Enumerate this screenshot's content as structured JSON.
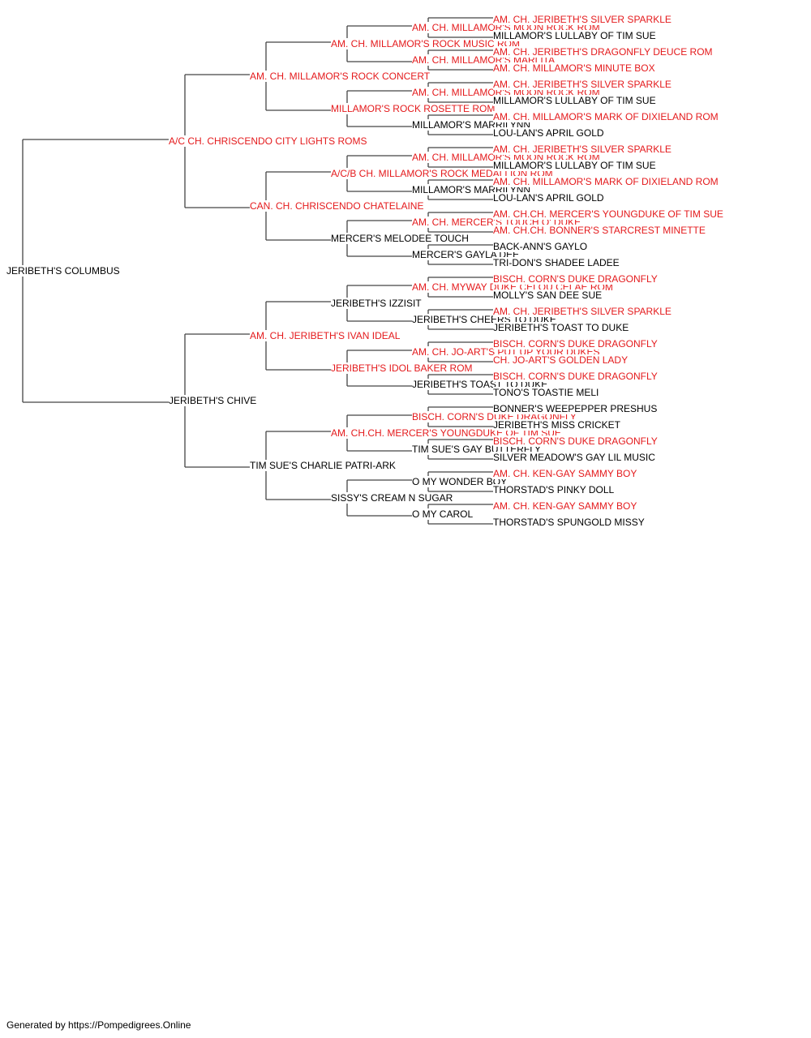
{
  "colors": {
    "titled": "#e41a1c",
    "plain": "#000000",
    "line": "#444444"
  },
  "footer": "Generated by https://Pompedigrees.Online",
  "pedigree": [
    {
      "name": "JERIBETH'S COLUMBUS",
      "titled": false
    },
    {
      "name": "A/C CH. CHRISCENDO CITY LIGHTS ROMS",
      "titled": true
    },
    {
      "name": "JERIBETH'S CHIVE",
      "titled": false
    },
    {
      "name": "AM. CH. MILLAMOR'S ROCK CONCERT",
      "titled": true
    },
    {
      "name": "CAN. CH. CHRISCENDO CHATELAINE",
      "titled": true
    },
    {
      "name": "AM. CH. JERIBETH'S IVAN IDEAL",
      "titled": true
    },
    {
      "name": "TIM SUE'S CHARLIE PATRI-ARK",
      "titled": false
    },
    {
      "name": "AM. CH. MILLAMOR'S ROCK MUSIC ROM",
      "titled": true
    },
    {
      "name": "MILLAMOR'S ROCK ROSETTE ROM",
      "titled": true
    },
    {
      "name": "A/C/B CH. MILLAMOR'S ROCK MEDALLION ROM",
      "titled": true
    },
    {
      "name": "MERCER'S MELODEE TOUCH",
      "titled": false
    },
    {
      "name": "JERIBETH'S IZZISIT",
      "titled": false
    },
    {
      "name": "JERIBETH'S IDOL BAKER ROM",
      "titled": true
    },
    {
      "name": "AM. CH.CH. MERCER'S YOUNGDUKE OF TIM SUE",
      "titled": true
    },
    {
      "name": "SISSY'S CREAM N SUGAR",
      "titled": false
    },
    {
      "name": "AM. CH. MILLAMOR'S MOON ROCK ROM",
      "titled": true
    },
    {
      "name": "AM. CH. MILLAMOR'S MARLITA",
      "titled": true
    },
    {
      "name": "AM. CH. MILLAMOR'S MOON ROCK ROM",
      "titled": true
    },
    {
      "name": "MILLAMOR'S MARRILYNN",
      "titled": false
    },
    {
      "name": "AM. CH. MILLAMOR'S MOON ROCK ROM",
      "titled": true
    },
    {
      "name": "MILLAMOR'S MARRILYNN",
      "titled": false
    },
    {
      "name": "AM. CH. MERCER'S TOUCH O' DUKE",
      "titled": true
    },
    {
      "name": "MERCER'S GAYLA DEE",
      "titled": false
    },
    {
      "name": "AM. CH. MYWAY DUKE CELOU CELAE ROM",
      "titled": true
    },
    {
      "name": "JERIBETH'S CHEERS TO DUKE",
      "titled": false
    },
    {
      "name": "AM. CH. JO-ART'S PUT UP YOUR DUKES",
      "titled": true
    },
    {
      "name": "JERIBETH'S TOAST TO DUKE",
      "titled": false
    },
    {
      "name": "BISCH. CORN'S DUKE DRAGONFLY",
      "titled": true
    },
    {
      "name": "TIM SUE'S GAY BUTTERFLY",
      "titled": false
    },
    {
      "name": "O MY WONDER BOY",
      "titled": false
    },
    {
      "name": "O MY CAROL",
      "titled": false
    },
    {
      "name": "AM. CH. JERIBETH'S SILVER SPARKLE",
      "titled": true
    },
    {
      "name": "MILLAMOR'S LULLABY OF TIM SUE",
      "titled": false
    },
    {
      "name": "AM. CH. JERIBETH'S DRAGONFLY DEUCE ROM",
      "titled": true
    },
    {
      "name": "AM. CH. MILLAMOR'S MINUTE BOX",
      "titled": true
    },
    {
      "name": "AM. CH. JERIBETH'S SILVER SPARKLE",
      "titled": true
    },
    {
      "name": "MILLAMOR'S LULLABY OF TIM SUE",
      "titled": false
    },
    {
      "name": "AM. CH. MILLAMOR'S MARK OF DIXIELAND ROM",
      "titled": true
    },
    {
      "name": "LOU-LAN'S APRIL GOLD",
      "titled": false
    },
    {
      "name": "AM. CH. JERIBETH'S SILVER SPARKLE",
      "titled": true
    },
    {
      "name": "MILLAMOR'S LULLABY OF TIM SUE",
      "titled": false
    },
    {
      "name": "AM. CH. MILLAMOR'S MARK OF DIXIELAND ROM",
      "titled": true
    },
    {
      "name": "LOU-LAN'S APRIL GOLD",
      "titled": false
    },
    {
      "name": "AM. CH.CH. MERCER'S YOUNGDUKE OF TIM SUE",
      "titled": true
    },
    {
      "name": "AM. CH.CH. BONNER'S STARCREST MINETTE",
      "titled": true
    },
    {
      "name": "BACK-ANN'S GAYLO",
      "titled": false
    },
    {
      "name": "TRI-DON'S SHADEE LADEE",
      "titled": false
    },
    {
      "name": "BISCH. CORN'S DUKE DRAGONFLY",
      "titled": true
    },
    {
      "name": "MOLLY'S SAN DEE SUE",
      "titled": false
    },
    {
      "name": "AM. CH. JERIBETH'S SILVER SPARKLE",
      "titled": true
    },
    {
      "name": "JERIBETH'S TOAST TO DUKE",
      "titled": false
    },
    {
      "name": "BISCH. CORN'S DUKE DRAGONFLY",
      "titled": true
    },
    {
      "name": "CH. JO-ART'S GOLDEN LADY",
      "titled": true
    },
    {
      "name": "BISCH. CORN'S DUKE DRAGONFLY",
      "titled": true
    },
    {
      "name": "TONO'S TOASTIE MELI",
      "titled": false
    },
    {
      "name": "BONNER'S WEEPEPPER PRESHUS",
      "titled": false
    },
    {
      "name": "JERIBETH'S MISS CRICKET",
      "titled": false
    },
    {
      "name": "BISCH. CORN'S DUKE DRAGONFLY",
      "titled": true
    },
    {
      "name": "SILVER MEADOW'S GAY LIL MUSIC",
      "titled": false
    },
    {
      "name": "AM. CH. KEN-GAY SAMMY BOY",
      "titled": true
    },
    {
      "name": "THORSTAD'S PINKY DOLL",
      "titled": false
    },
    {
      "name": "AM. CH. KEN-GAY SAMMY BOY",
      "titled": true
    },
    {
      "name": "THORSTAD'S SPUNGOLD MISSY",
      "titled": false
    }
  ]
}
